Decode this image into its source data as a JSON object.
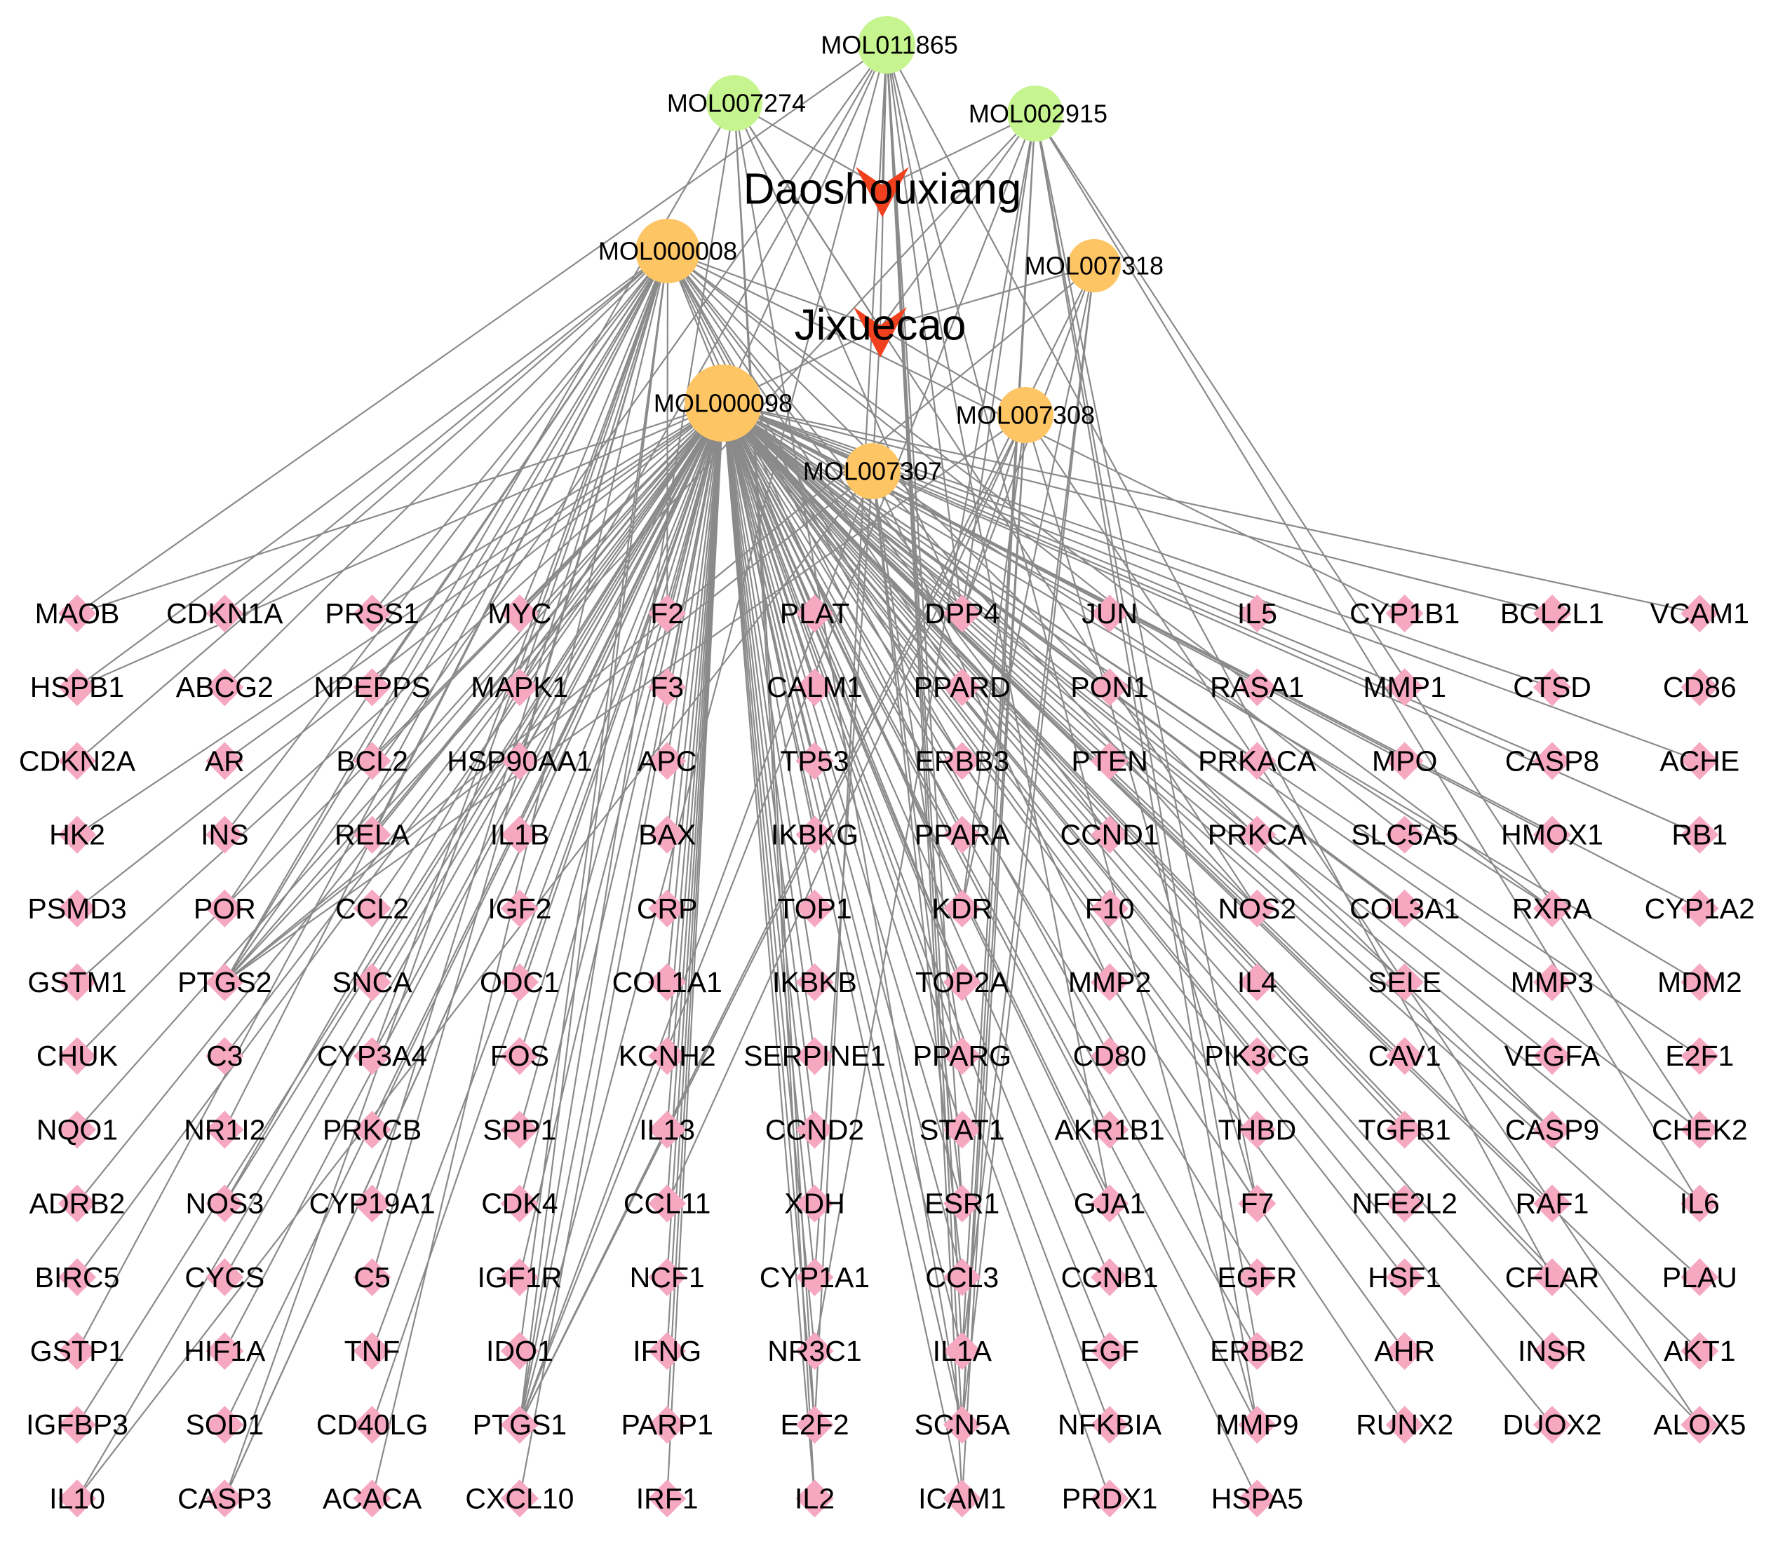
{
  "colors": {
    "edge": "#8a8a8a",
    "herb": "#f0401e",
    "ingredient_shared": "#c6f58f",
    "ingredient_jixuecao": "#fdc564",
    "target": "#f5a8c0"
  },
  "herbs": [
    {
      "id": "Daoshouxiang",
      "label": "Daoshouxiang",
      "shape": "arrowhead"
    },
    {
      "id": "Jixuecao",
      "label": "Jixuecao",
      "shape": "arrowhead"
    }
  ],
  "ingredients": [
    {
      "id": "MOL011865",
      "label": "MOL011865",
      "group": "shared",
      "herbs": [
        "Daoshouxiang"
      ]
    },
    {
      "id": "MOL007274",
      "label": "MOL007274",
      "group": "shared",
      "herbs": [
        "Daoshouxiang"
      ]
    },
    {
      "id": "MOL002915",
      "label": "MOL002915",
      "group": "shared",
      "herbs": [
        "Daoshouxiang"
      ]
    },
    {
      "id": "MOL000008",
      "label": "MOL000008",
      "group": "jixuecao",
      "herbs": [
        "Jixuecao"
      ]
    },
    {
      "id": "MOL007318",
      "label": "MOL007318",
      "group": "jixuecao",
      "herbs": [
        "Jixuecao"
      ]
    },
    {
      "id": "MOL000098",
      "label": "MOL000098",
      "group": "jixuecao",
      "herbs": [
        "Jixuecao"
      ]
    },
    {
      "id": "MOL007308",
      "label": "MOL007308",
      "group": "jixuecao",
      "herbs": [
        "Jixuecao"
      ]
    },
    {
      "id": "MOL007307",
      "label": "MOL007307",
      "group": "jixuecao",
      "herbs": [
        "Jixuecao"
      ]
    }
  ],
  "target_rows": [
    [
      "MAOB",
      "CDKN1A",
      "PRSS1",
      "MYC",
      "F2",
      "PLAT",
      "DPP4",
      "JUN",
      "IL5",
      "CYP1B1",
      "BCL2L1",
      "VCAM1"
    ],
    [
      "HSPB1",
      "ABCG2",
      "NPEPPS",
      "MAPK1",
      "F3",
      "CALM1",
      "PPARD",
      "PON1",
      "RASA1",
      "MMP1",
      "CTSD",
      "CD86"
    ],
    [
      "CDKN2A",
      "AR",
      "BCL2",
      "HSP90AA1",
      "APC",
      "TP53",
      "ERBB3",
      "PTEN",
      "PRKACA",
      "MPO",
      "CASP8",
      "ACHE"
    ],
    [
      "HK2",
      "INS",
      "RELA",
      "IL1B",
      "BAX",
      "IKBKG",
      "PPARA",
      "CCND1",
      "PRKCA",
      "SLC5A5",
      "HMOX1",
      "RB1"
    ],
    [
      "PSMD3",
      "POR",
      "CCL2",
      "IGF2",
      "CRP",
      "TOP1",
      "KDR",
      "F10",
      "NOS2",
      "COL3A1",
      "RXRA",
      "CYP1A2"
    ],
    [
      "GSTM1",
      "PTGS2",
      "SNCA",
      "ODC1",
      "COL1A1",
      "IKBKB",
      "TOP2A",
      "MMP2",
      "IL4",
      "SELE",
      "MMP3",
      "MDM2"
    ],
    [
      "CHUK",
      "C3",
      "CYP3A4",
      "FOS",
      "KCNH2",
      "SERPINE1",
      "PPARG",
      "CD80",
      "PIK3CG",
      "CAV1",
      "VEGFA",
      "E2F1"
    ],
    [
      "NQO1",
      "NR1I2",
      "PRKCB",
      "SPP1",
      "IL13",
      "CCND2",
      "STAT1",
      "AKR1B1",
      "THBD",
      "TGFB1",
      "CASP9",
      "CHEK2"
    ],
    [
      "ADRB2",
      "NOS3",
      "CYP19A1",
      "CDK4",
      "CCL11",
      "XDH",
      "ESR1",
      "GJA1",
      "F7",
      "NFE2L2",
      "RAF1",
      "IL6"
    ],
    [
      "BIRC5",
      "CYCS",
      "C5",
      "IGF1R",
      "NCF1",
      "CYP1A1",
      "CCL3",
      "CCNB1",
      "EGFR",
      "HSF1",
      "CFLAR",
      "PLAU"
    ],
    [
      "GSTP1",
      "HIF1A",
      "TNF",
      "IDO1",
      "IFNG",
      "NR3C1",
      "IL1A",
      "EGF",
      "ERBB2",
      "AHR",
      "INSR",
      "AKT1"
    ],
    [
      "IGFBP3",
      "SOD1",
      "CD40LG",
      "PTGS1",
      "PARP1",
      "E2F2",
      "SCN5A",
      "NFKBIA",
      "MMP9",
      "RUNX2",
      "DUOX2",
      "ALOX5"
    ],
    [
      "IL10",
      "CASP3",
      "ACACA",
      "CXCL10",
      "IRF1",
      "IL2",
      "ICAM1",
      "PRDX1",
      "HSPA5"
    ]
  ],
  "edges": [
    [
      "Daoshouxiang",
      "MOL011865"
    ],
    [
      "Daoshouxiang",
      "MOL007274"
    ],
    [
      "Daoshouxiang",
      "MOL002915"
    ],
    [
      "Jixuecao",
      "MOL011865"
    ],
    [
      "Jixuecao",
      "MOL007274"
    ],
    [
      "Jixuecao",
      "MOL002915"
    ],
    [
      "Jixuecao",
      "MOL000008"
    ],
    [
      "Jixuecao",
      "MOL007318"
    ],
    [
      "Jixuecao",
      "MOL000098"
    ],
    [
      "Jixuecao",
      "MOL007308"
    ],
    [
      "Jixuecao",
      "MOL007307"
    ],
    [
      "MOL000098",
      "MAOB"
    ],
    [
      "MOL000098",
      "PRSS1"
    ],
    [
      "MOL000098",
      "MYC"
    ],
    [
      "MOL000098",
      "F2"
    ],
    [
      "MOL000098",
      "PLAT"
    ],
    [
      "MOL000098",
      "JUN"
    ],
    [
      "MOL000098",
      "IL5"
    ],
    [
      "MOL000098",
      "BCL2L1"
    ],
    [
      "MOL000098",
      "VCAM1"
    ],
    [
      "MOL000098",
      "HSPB1"
    ],
    [
      "MOL000098",
      "MAPK1"
    ],
    [
      "MOL000098",
      "F3"
    ],
    [
      "MOL000098",
      "CALM1"
    ],
    [
      "MOL000098",
      "PON1"
    ],
    [
      "MOL000098",
      "MMP1"
    ],
    [
      "MOL000098",
      "CTSD"
    ],
    [
      "MOL000098",
      "AR"
    ],
    [
      "MOL000098",
      "BCL2"
    ],
    [
      "MOL000098",
      "HSP90AA1"
    ],
    [
      "MOL000098",
      "APC"
    ],
    [
      "MOL000098",
      "TP53"
    ],
    [
      "MOL000098",
      "PTEN"
    ],
    [
      "MOL000098",
      "PRKACA"
    ],
    [
      "MOL000098",
      "MPO"
    ],
    [
      "MOL000098",
      "CASP8"
    ],
    [
      "MOL000098",
      "ACHE"
    ],
    [
      "MOL000098",
      "HK2"
    ],
    [
      "MOL000098",
      "RELA"
    ],
    [
      "MOL000098",
      "IL1B"
    ],
    [
      "MOL000098",
      "BAX"
    ],
    [
      "MOL000098",
      "IKBKG"
    ],
    [
      "MOL000098",
      "CCND1"
    ],
    [
      "MOL000098",
      "PRKCA"
    ],
    [
      "MOL000098",
      "HMOX1"
    ],
    [
      "MOL000098",
      "RB1"
    ],
    [
      "MOL000098",
      "PSMD3"
    ],
    [
      "MOL000098",
      "CCL2"
    ],
    [
      "MOL000098",
      "IGF2"
    ],
    [
      "MOL000098",
      "CRP"
    ],
    [
      "MOL000098",
      "TOP1"
    ],
    [
      "MOL000098",
      "F10"
    ],
    [
      "MOL000098",
      "NOS2"
    ],
    [
      "MOL000098",
      "COL3A1"
    ],
    [
      "MOL000098",
      "CYP1A2"
    ],
    [
      "MOL000098",
      "GSTM1"
    ],
    [
      "MOL000098",
      "PTGS2"
    ],
    [
      "MOL000098",
      "SNCA"
    ],
    [
      "MOL000098",
      "ODC1"
    ],
    [
      "MOL000098",
      "COL1A1"
    ],
    [
      "MOL000098",
      "IKBKB"
    ],
    [
      "MOL000098",
      "TOP2A"
    ],
    [
      "MOL000098",
      "MMP2"
    ],
    [
      "MOL000098",
      "IL4"
    ],
    [
      "MOL000098",
      "SELE"
    ],
    [
      "MOL000098",
      "MMP3"
    ],
    [
      "MOL000098",
      "MDM2"
    ],
    [
      "MOL000098",
      "CHUK"
    ],
    [
      "MOL000098",
      "C3"
    ],
    [
      "MOL000098",
      "CYP3A4"
    ],
    [
      "MOL000098",
      "FOS"
    ],
    [
      "MOL000098",
      "KCNH2"
    ],
    [
      "MOL000098",
      "SERPINE1"
    ],
    [
      "MOL000098",
      "PPARG"
    ],
    [
      "MOL000098",
      "PIK3CG"
    ],
    [
      "MOL000098",
      "CAV1"
    ],
    [
      "MOL000098",
      "VEGFA"
    ],
    [
      "MOL000098",
      "E2F1"
    ],
    [
      "MOL000098",
      "NQO1"
    ],
    [
      "MOL000098",
      "PRKCB"
    ],
    [
      "MOL000098",
      "SPP1"
    ],
    [
      "MOL000098",
      "IL13"
    ],
    [
      "MOL000098",
      "CCND2"
    ],
    [
      "MOL000098",
      "STAT1"
    ],
    [
      "MOL000098",
      "AKR1B1"
    ],
    [
      "MOL000098",
      "THBD"
    ],
    [
      "MOL000098",
      "TGFB1"
    ],
    [
      "MOL000098",
      "CASP9"
    ],
    [
      "MOL000098",
      "CHEK2"
    ],
    [
      "MOL000098",
      "ADRB2"
    ],
    [
      "MOL000098",
      "NOS3"
    ],
    [
      "MOL000098",
      "CDK4"
    ],
    [
      "MOL000098",
      "CCL11"
    ],
    [
      "MOL000098",
      "XDH"
    ],
    [
      "MOL000098",
      "ESR1"
    ],
    [
      "MOL000098",
      "GJA1"
    ],
    [
      "MOL000098",
      "F7"
    ],
    [
      "MOL000098",
      "NFE2L2"
    ],
    [
      "MOL000098",
      "RAF1"
    ],
    [
      "MOL000098",
      "IL6"
    ],
    [
      "MOL000098",
      "BIRC5"
    ],
    [
      "MOL000098",
      "CYCS"
    ],
    [
      "MOL000098",
      "IGF1R"
    ],
    [
      "MOL000098",
      "NCF1"
    ],
    [
      "MOL000098",
      "CYP1A1"
    ],
    [
      "MOL000098",
      "CCL3"
    ],
    [
      "MOL000098",
      "CCNB1"
    ],
    [
      "MOL000098",
      "EGFR"
    ],
    [
      "MOL000098",
      "HSF1"
    ],
    [
      "MOL000098",
      "CFLAR"
    ],
    [
      "MOL000098",
      "PLAU"
    ],
    [
      "MOL000098",
      "HIF1A"
    ],
    [
      "MOL000098",
      "TNF"
    ],
    [
      "MOL000098",
      "IFNG"
    ],
    [
      "MOL000098",
      "NR3C1"
    ],
    [
      "MOL000098",
      "IL1A"
    ],
    [
      "MOL000098",
      "EGF"
    ],
    [
      "MOL000098",
      "ERBB2"
    ],
    [
      "MOL000098",
      "AHR"
    ],
    [
      "MOL000098",
      "INSR"
    ],
    [
      "MOL000098",
      "AKT1"
    ],
    [
      "MOL000098",
      "IGFBP3"
    ],
    [
      "MOL000098",
      "SOD1"
    ],
    [
      "MOL000098",
      "CD40LG"
    ],
    [
      "MOL000098",
      "PTGS1"
    ],
    [
      "MOL000098",
      "PARP1"
    ],
    [
      "MOL000098",
      "E2F2"
    ],
    [
      "MOL000098",
      "SCN5A"
    ],
    [
      "MOL000098",
      "NFKBIA"
    ],
    [
      "MOL000098",
      "MMP9"
    ],
    [
      "MOL000098",
      "RUNX2"
    ],
    [
      "MOL000098",
      "DUOX2"
    ],
    [
      "MOL000098",
      "ALOX5"
    ],
    [
      "MOL000098",
      "IL10"
    ],
    [
      "MOL000098",
      "CASP3"
    ],
    [
      "MOL000098",
      "CXCL10"
    ],
    [
      "MOL000098",
      "IRF1"
    ],
    [
      "MOL000098",
      "IL2"
    ],
    [
      "MOL000098",
      "ICAM1"
    ],
    [
      "MOL000098",
      "PRDX1"
    ],
    [
      "MOL000098",
      "HSPA5"
    ],
    [
      "MOL000008",
      "CDKN1A"
    ],
    [
      "MOL000008",
      "PRSS1"
    ],
    [
      "MOL000008",
      "MYC"
    ],
    [
      "MOL000008",
      "F2"
    ],
    [
      "MOL000008",
      "DPP4"
    ],
    [
      "MOL000008",
      "HSPB1"
    ],
    [
      "MOL000008",
      "ABCG2"
    ],
    [
      "MOL000008",
      "NPEPPS"
    ],
    [
      "MOL000008",
      "MAPK1"
    ],
    [
      "MOL000008",
      "CDKN2A"
    ],
    [
      "MOL000008",
      "BCL2"
    ],
    [
      "MOL000008",
      "HSP90AA1"
    ],
    [
      "MOL000008",
      "ERBB3"
    ],
    [
      "MOL000008",
      "INS"
    ],
    [
      "MOL000008",
      "RELA"
    ],
    [
      "MOL000008",
      "PPARA"
    ],
    [
      "MOL000008",
      "SLC5A5"
    ],
    [
      "MOL000008",
      "POR"
    ],
    [
      "MOL000008",
      "KDR"
    ],
    [
      "MOL000008",
      "RXRA"
    ],
    [
      "MOL000008",
      "PTGS2"
    ],
    [
      "MOL000008",
      "CD80"
    ],
    [
      "MOL000008",
      "NR1I2"
    ],
    [
      "MOL000008",
      "CYP19A1"
    ],
    [
      "MOL000008",
      "C5"
    ],
    [
      "MOL000008",
      "GSTP1"
    ],
    [
      "MOL000008",
      "IDO1"
    ],
    [
      "MOL000008",
      "ACACA"
    ],
    [
      "MOL000008",
      "CASP3"
    ],
    [
      "MOL000008",
      "CCND1"
    ],
    [
      "MOL000008",
      "CYP1B1"
    ],
    [
      "MOL000008",
      "CASP9"
    ],
    [
      "MOL000008",
      "TOP2A"
    ],
    [
      "MOL000008",
      "PPARD"
    ],
    [
      "MOL000008",
      "CYP3A4"
    ],
    [
      "MOL000008",
      "PTGS1"
    ],
    [
      "MOL007307",
      "NOS2"
    ],
    [
      "MOL007307",
      "PTGS2"
    ],
    [
      "MOL007307",
      "ESR1"
    ],
    [
      "MOL007307",
      "PPARG"
    ],
    [
      "MOL007307",
      "MMP2"
    ],
    [
      "MOL007307",
      "RXRA"
    ],
    [
      "MOL007307",
      "PTGS1"
    ],
    [
      "MOL007307",
      "CCL3"
    ],
    [
      "MOL007307",
      "IL10"
    ],
    [
      "MOL007307",
      "CYP1A1"
    ],
    [
      "MOL007308",
      "PTGS2"
    ],
    [
      "MOL007308",
      "PTGS1"
    ],
    [
      "MOL007308",
      "CCL11"
    ],
    [
      "MOL007308",
      "DPP4"
    ],
    [
      "MOL007308",
      "KDR"
    ],
    [
      "MOL007308",
      "ICAM1"
    ],
    [
      "MOL007308",
      "SCN5A"
    ],
    [
      "MOL007308",
      "ALOX5"
    ],
    [
      "MOL007308",
      "F7"
    ],
    [
      "MOL007318",
      "PTGS2"
    ],
    [
      "MOL007318",
      "PTGS1"
    ],
    [
      "MOL007318",
      "KDR"
    ],
    [
      "MOL007318",
      "DPP4"
    ],
    [
      "MOL007318",
      "IL1A"
    ],
    [
      "MOL007318",
      "SCN5A"
    ],
    [
      "MOL011865",
      "PTGS2"
    ],
    [
      "MOL011865",
      "PTGS1"
    ],
    [
      "MOL011865",
      "DPP4"
    ],
    [
      "MOL011865",
      "SCN5A"
    ],
    [
      "MOL011865",
      "ICAM1"
    ],
    [
      "MOL011865",
      "CASP3"
    ],
    [
      "MOL011865",
      "MAOB"
    ],
    [
      "MOL011865",
      "ESR1"
    ],
    [
      "MOL011865",
      "E2F2"
    ],
    [
      "MOL011865",
      "MMP9"
    ],
    [
      "MOL011865",
      "NOS3"
    ],
    [
      "MOL011865",
      "IL1A"
    ],
    [
      "MOL011865",
      "GJA1"
    ],
    [
      "MOL011865",
      "CFLAR"
    ],
    [
      "MOL007274",
      "PTGS2"
    ],
    [
      "MOL007274",
      "PTGS1"
    ],
    [
      "MOL007274",
      "NOS2"
    ],
    [
      "MOL007274",
      "DPP4"
    ],
    [
      "MOL007274",
      "SCN5A"
    ],
    [
      "MOL007274",
      "E2F2"
    ],
    [
      "MOL007274",
      "IL2"
    ],
    [
      "MOL002915",
      "PTGS2"
    ],
    [
      "MOL002915",
      "PTGS1"
    ],
    [
      "MOL002915",
      "DPP4"
    ],
    [
      "MOL002915",
      "SCN5A"
    ],
    [
      "MOL002915",
      "F7"
    ],
    [
      "MOL002915",
      "CHEK2"
    ],
    [
      "MOL002915",
      "MMP9"
    ],
    [
      "MOL002915",
      "IL1A"
    ],
    [
      "MOL002915",
      "ERBB2"
    ],
    [
      "MOL002915",
      "NR3C1"
    ],
    [
      "MOL002915",
      "IL6"
    ]
  ]
}
